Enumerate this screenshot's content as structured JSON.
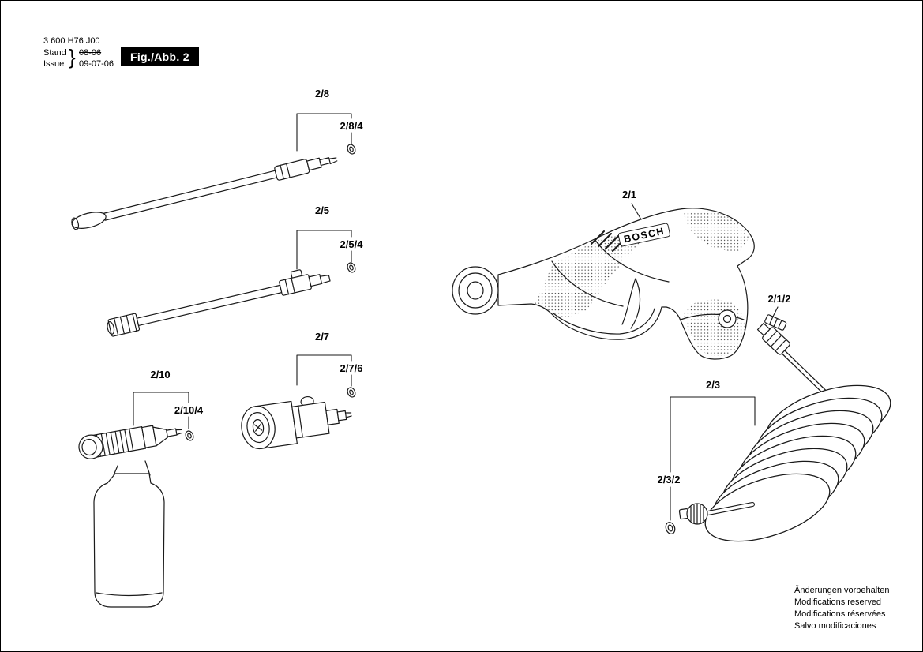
{
  "header": {
    "part_number": "3 600 H76 J00",
    "stand_label": "Stand",
    "stand_value": "08-06",
    "issue_label": "Issue",
    "issue_value": "09-07-06",
    "brace": "}",
    "figure_label": "Fig./Abb. 2"
  },
  "callouts": {
    "c28": "2/8",
    "c284": "2/8/4",
    "c25": "2/5",
    "c254": "2/5/4",
    "c27": "2/7",
    "c276": "2/7/6",
    "c210": "2/10",
    "c2104": "2/10/4",
    "c21": "2/1",
    "c212": "2/1/2",
    "c23": "2/3",
    "c232": "2/3/2"
  },
  "gun": {
    "brand": "BOSCH"
  },
  "footer": {
    "line1": "Änderungen vorbehalten",
    "line2": "Modifications reserved",
    "line3": "Modifications réservées",
    "line4": "Salvo modificaciones"
  }
}
